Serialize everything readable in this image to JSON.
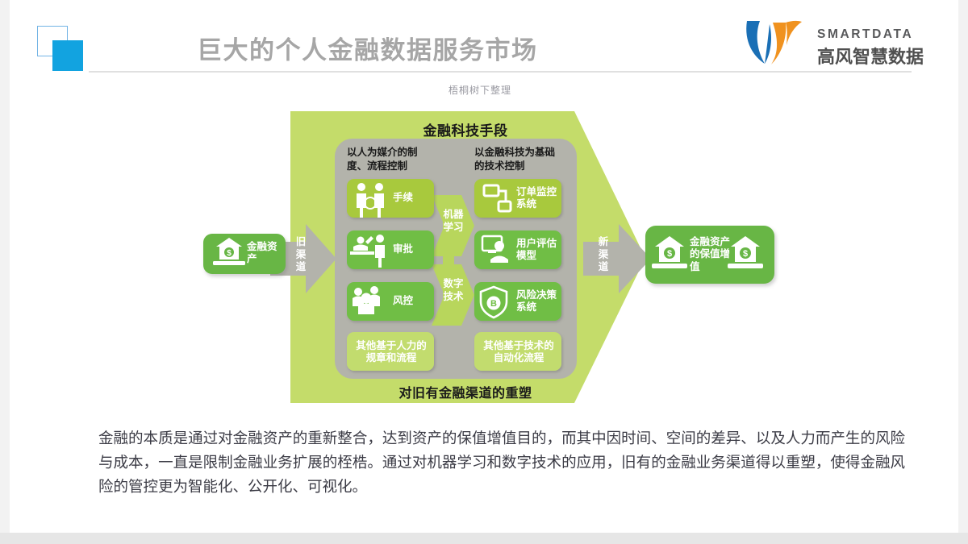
{
  "header": {
    "title": "巨大的个人金融数据服务市场",
    "logo_square_outline_color": "#73b4e5",
    "logo_square_solid_color": "#12a3e0"
  },
  "brand": {
    "name_en": "SMARTDATA",
    "name_cn": "高风智慧数据",
    "mark_blue": "#1a6fb5",
    "mark_orange": "#f0921f"
  },
  "watermark": {
    "text": "梧桐树下整理"
  },
  "diagram": {
    "header_title": "金融科技手段",
    "footer_title": "对旧有金融渠道的重塑",
    "panel_color": "#c4dc6a",
    "inner_panel_color": "#b3b3ab",
    "left_column": {
      "caption": "以人为媒介的制度、流程控制",
      "items": [
        {
          "label": "手续",
          "icon": "two-people-icon",
          "color": "#a8c93c"
        },
        {
          "label": "审批",
          "icon": "desk-approval-icon",
          "color": "#6fbe44"
        },
        {
          "label": "风控",
          "icon": "people-group-icon",
          "color": "#6fbe44"
        },
        {
          "label": "其他基于人力的规章和流程",
          "icon": "none",
          "color": "#c2dc6e"
        }
      ]
    },
    "right_column": {
      "caption": "以金融科技为基础的技术控制",
      "items": [
        {
          "label": "订单监控系统",
          "icon": "network-node-icon",
          "color": "#a8c93c"
        },
        {
          "label": "用户评估模型",
          "icon": "user-monitor-icon",
          "color": "#6fbe44"
        },
        {
          "label": "风险决策系统",
          "icon": "shield-bitcoin-icon",
          "color": "#6fbe44"
        },
        {
          "label": "其他基于技术的自动化流程",
          "icon": "none",
          "color": "#c2dc6e"
        }
      ]
    },
    "center_arrows": [
      {
        "label": "机器学习",
        "color": "#b8d65c"
      },
      {
        "label": "数字技术",
        "color": "#b8d65c"
      }
    ],
    "input_node": {
      "label": "金融资产",
      "icon": "bank-dollar-icon",
      "color": "#67b645"
    },
    "output_node": {
      "label": "金融资产的保值增值",
      "icon_left": "bank-dollar-icon",
      "icon_right": "bank-dollar-icon",
      "color": "#67b645"
    },
    "channel_arrows": [
      {
        "label": "旧渠道",
        "color": "#b3b3ab"
      },
      {
        "label": "新渠道",
        "color": "#b3b3ab"
      }
    ]
  },
  "body": {
    "paragraph": "金融的本质是通过对金融资产的重新整合，达到资产的保值增值目的，而其中因时间、空间的差异、以及人力而产生的风险与成本，一直是限制金融业务扩展的桎梏。通过对机器学习和数字技术的应用，旧有的金融业务渠道得以重塑，使得金融风险的管控更为智能化、公开化、可视化。"
  }
}
